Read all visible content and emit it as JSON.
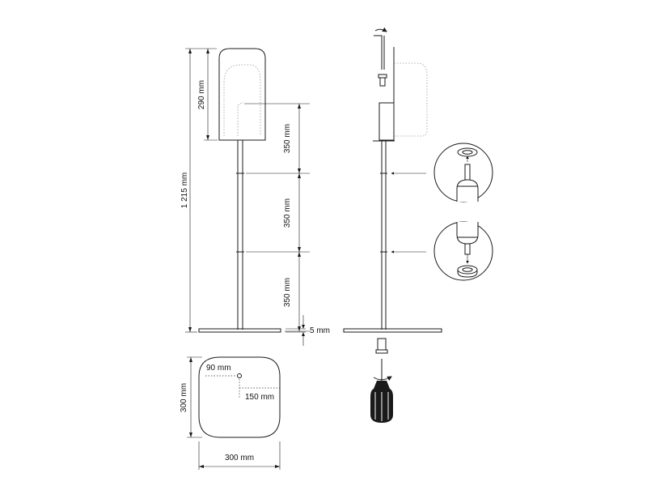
{
  "dimensions": {
    "total_height": "1 215 mm",
    "dispenser_height": "290 mm",
    "segment_top": "350 mm",
    "segment_middle": "350 mm",
    "segment_bottom": "350 mm",
    "base_thickness": "5 mm",
    "base_depth": "300 mm",
    "base_width": "300 mm",
    "hole_offset_x": "90 mm",
    "hole_offset_y": "150 mm"
  },
  "icons": {
    "allen_key": "allen-key-icon",
    "screwdriver": "screwdriver-icon",
    "rotate_arrow": "rotate-arrow-icon"
  },
  "colors": {
    "line": "#1a1a1a",
    "dotted": "#9a9a9a",
    "background": "#ffffff"
  }
}
